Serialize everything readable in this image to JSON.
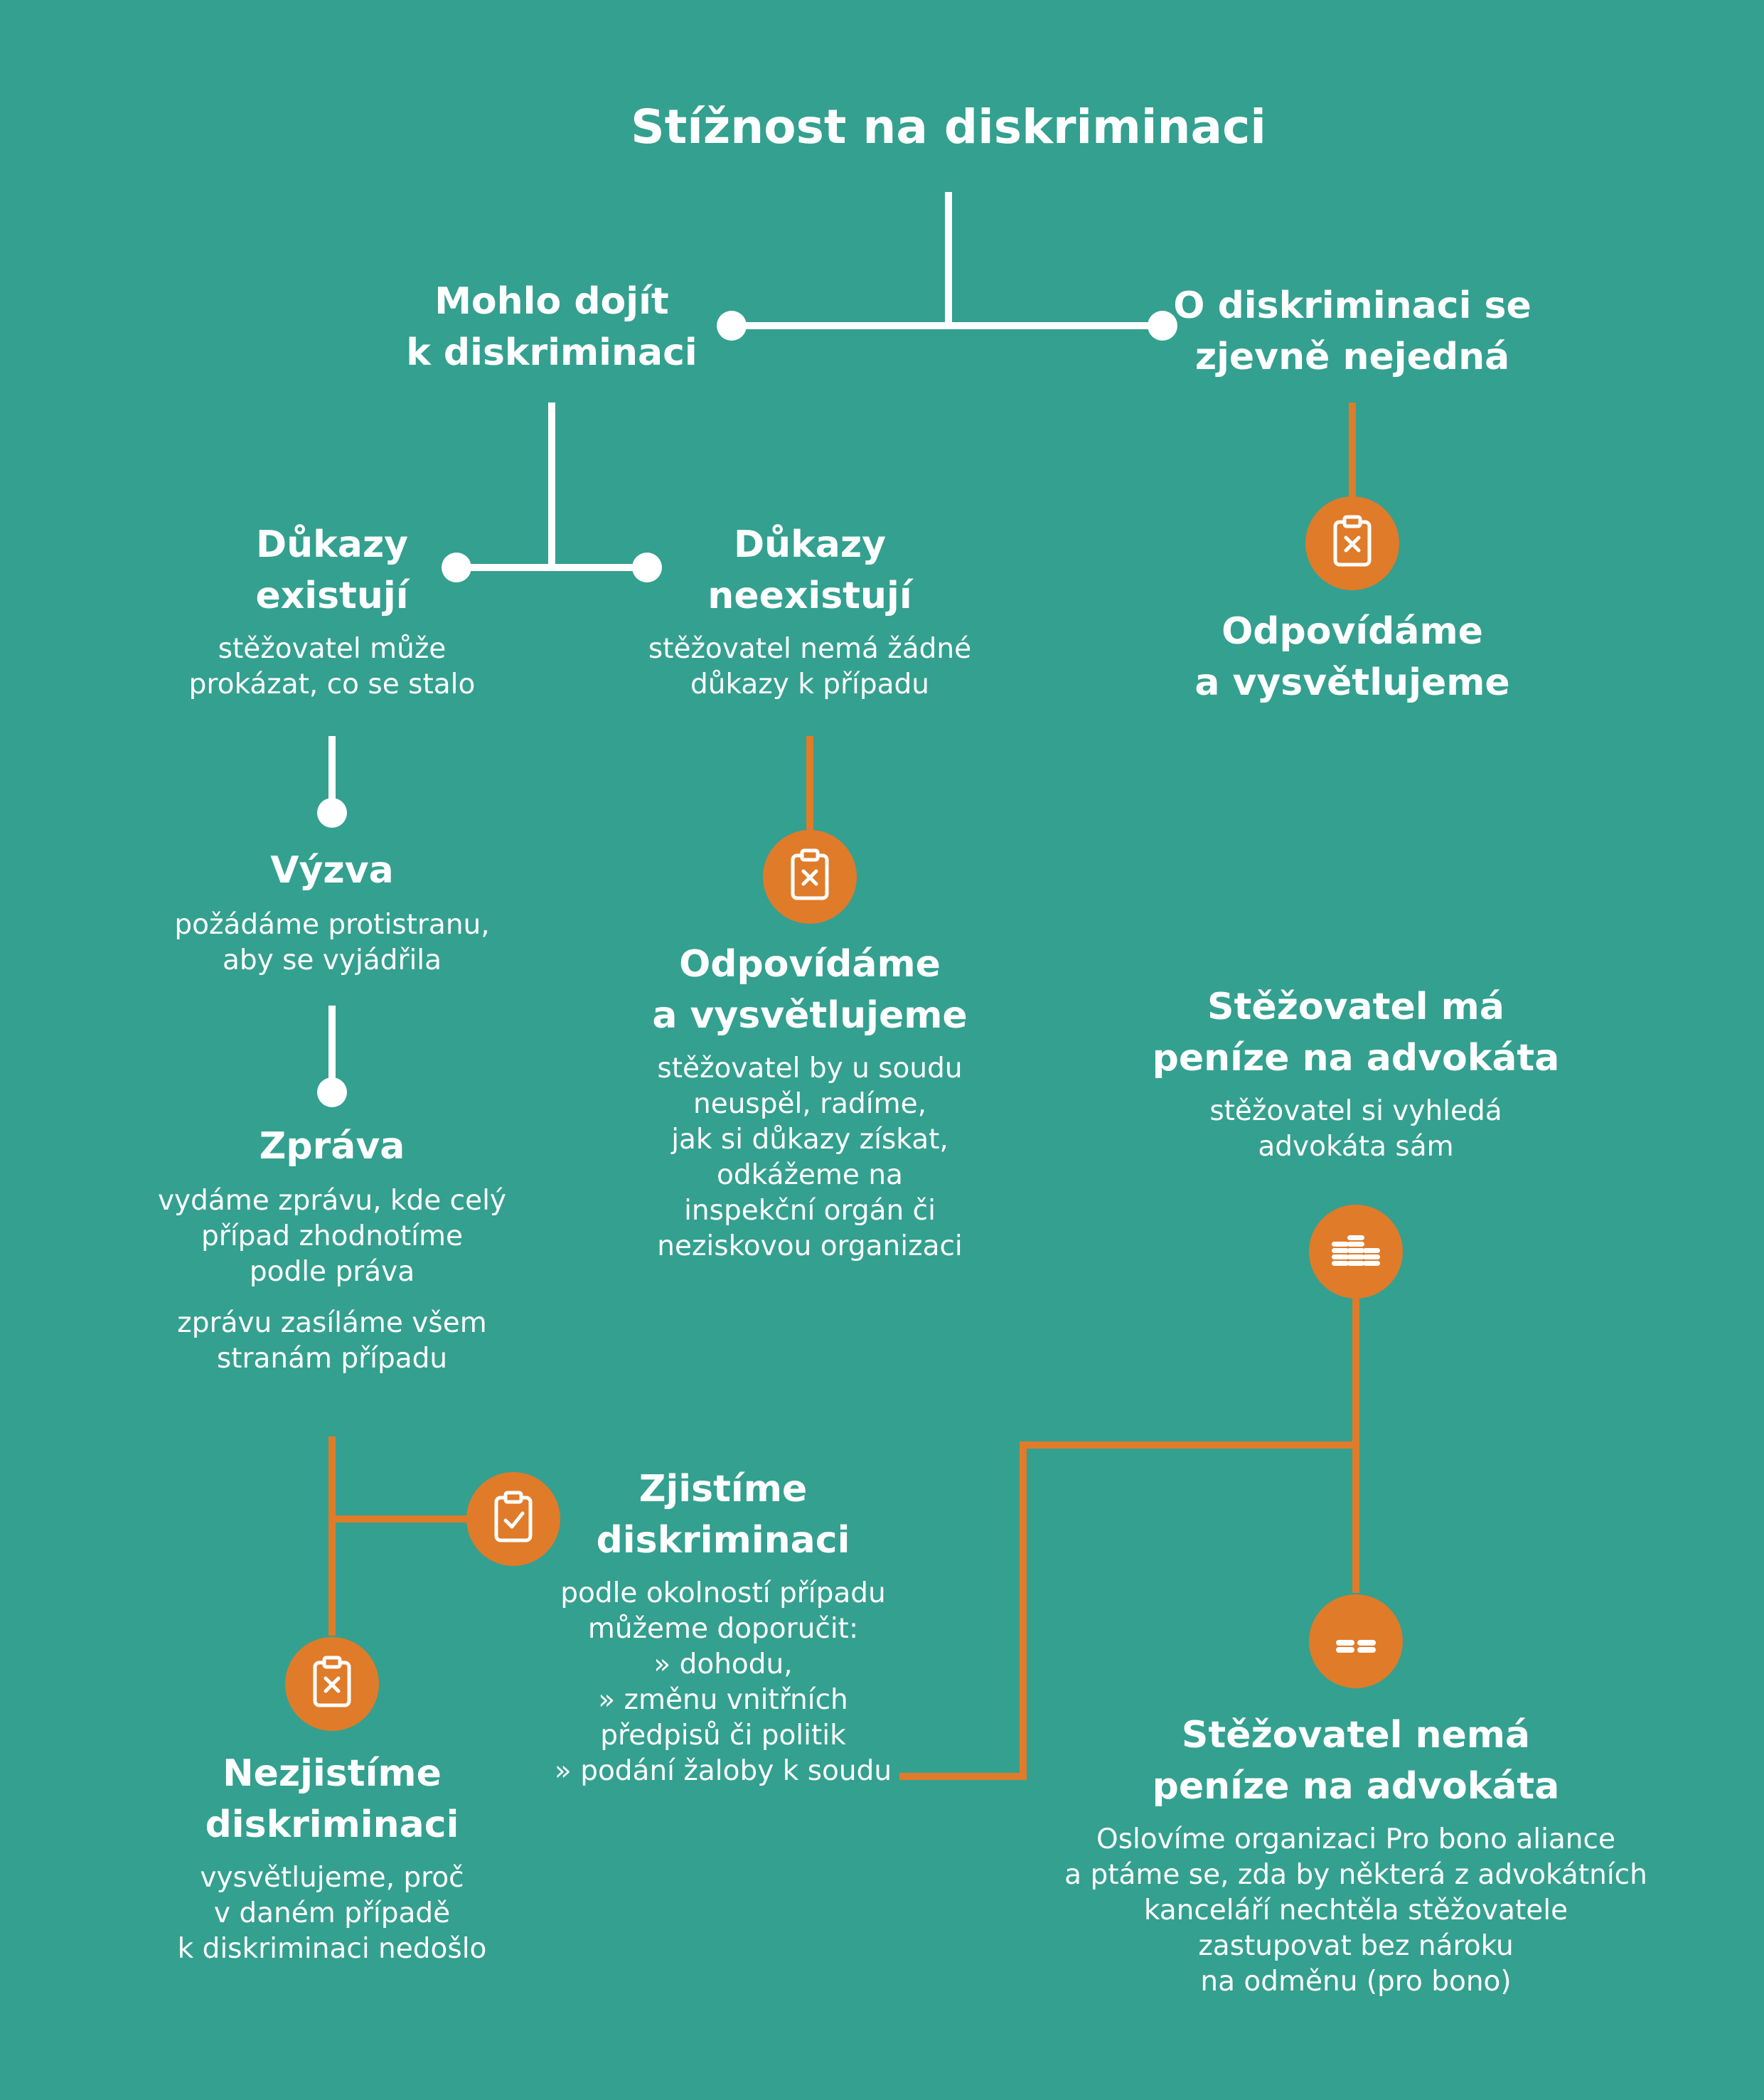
{
  "colors": {
    "background": "#34a08f",
    "white": "#ffffff",
    "orange": "#e07b2a"
  },
  "title": "Stížnost na diskriminaci",
  "nodes": {
    "possible": [
      "Mohlo dojít",
      "k diskriminaci"
    ],
    "not_discrimination": [
      "O diskriminaci se",
      "zjevně nejedná"
    ],
    "answer_right": [
      "Odpovídáme",
      "a vysvětlujeme"
    ],
    "evidence_exists": {
      "heading": [
        "Důkazy",
        "existují"
      ],
      "desc": [
        "stěžovatel může",
        "prokázat, co se stalo"
      ]
    },
    "evidence_none": {
      "heading": [
        "Důkazy",
        "neexistují"
      ],
      "desc": [
        "stěžovatel nemá žádné",
        "důkazy k případu"
      ]
    },
    "answer_middle": {
      "heading": [
        "Odpovídáme",
        "a vysvětlujeme"
      ],
      "desc": [
        "stěžovatel by u soudu",
        "neuspěl, radíme,",
        "jak si důkazy získat,",
        "odkážeme na",
        "inspekční orgán či",
        "neziskovou organizaci"
      ]
    },
    "challenge": {
      "heading": [
        "Výzva"
      ],
      "desc": [
        "požádáme protistranu,",
        "aby se vyjádřila"
      ]
    },
    "report": {
      "heading": [
        "Zpráva"
      ],
      "desc": [
        "vydáme zprávu, kde celý",
        "případ zhodnotíme",
        "podle práva"
      ],
      "desc2": [
        "zprávu zasíláme všem",
        "stranám případu"
      ]
    },
    "found": {
      "heading": [
        "Zjistíme",
        "diskriminaci"
      ],
      "desc": [
        "podle okolností případu",
        "můžeme doporučit:",
        "» dohodu,",
        "» změnu vnitřních",
        "předpisů či politik",
        "» podání žaloby k soudu"
      ]
    },
    "not_found": {
      "heading": [
        "Nezjistíme",
        "diskriminaci"
      ],
      "desc": [
        "vysvětlujeme, proč",
        "v daném případě",
        "k diskriminaci nedošlo"
      ]
    },
    "has_money": {
      "heading": [
        "Stěžovatel má",
        "peníze na advokáta"
      ],
      "desc": [
        "stěžovatel si vyhledá",
        "advokáta sám"
      ]
    },
    "no_money": {
      "heading": [
        "Stěžovatel nemá",
        "peníze na advokáta"
      ],
      "desc": [
        "Oslovíme organizaci Pro bono aliance",
        "a ptáme se, zda by některá z advokátních",
        "kanceláří nechtěla stěžovatele",
        "zastupovat bez nároku",
        "na odměnu (pro bono)"
      ]
    }
  },
  "icons": {
    "reject_right": "clipboard-x-icon",
    "reject_middle": "clipboard-x-icon",
    "reject_bottom": "clipboard-x-icon",
    "accept": "clipboard-check-icon",
    "coins_many": "coin-stacks-icon",
    "coins_few": "coins-icon"
  }
}
